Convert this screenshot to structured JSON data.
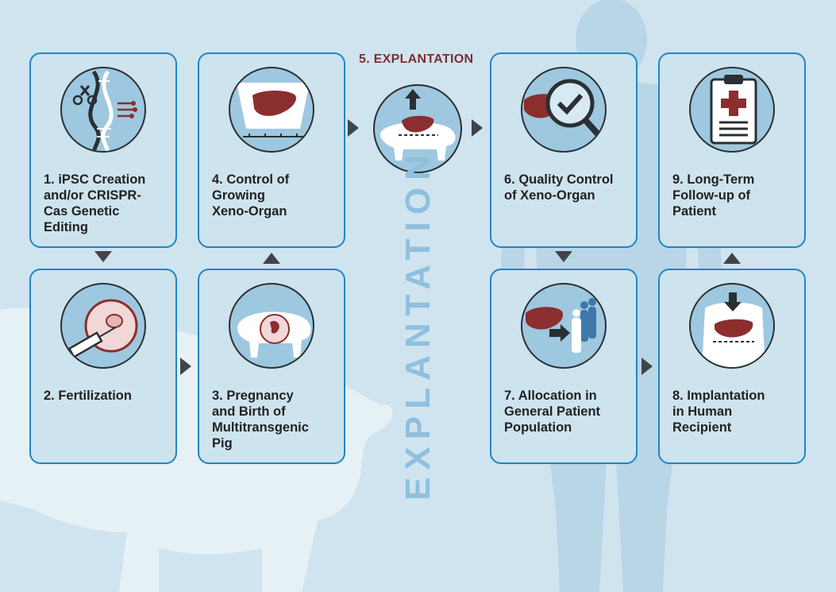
{
  "steps": [
    {
      "id": "1",
      "label": "1. iPSC Creation\nand/or CRISPR-\nCas Genetic\nEditing"
    },
    {
      "id": "2",
      "label": "2. Fertilization"
    },
    {
      "id": "3",
      "label": "3. Pregnancy\nand Birth of\nMultitransgenic\nPig"
    },
    {
      "id": "4",
      "label": "4. Control of\nGrowing\nXeno-Organ"
    },
    {
      "id": "5",
      "label": "5. EXPLANTATION"
    },
    {
      "id": "6",
      "label": "6. Quality Control\nof Xeno-Organ"
    },
    {
      "id": "7",
      "label": "7. Allocation in\nGeneral Patient\nPopulation"
    },
    {
      "id": "8",
      "label": "8. Implantation\nin Human\nRecipient"
    },
    {
      "id": "9",
      "label": "9. Long-Term\nFollow-up of\nPatient"
    }
  ],
  "vertical_text": "EXPLANTATION",
  "colors": {
    "background": "#cfe4ef",
    "card_border": "#1f86c4",
    "icon_fill": "#9ec8df",
    "organ": "#8b2e2e",
    "arrow": "#404448",
    "vertical_text": "#8fc0de",
    "explantation_title": "#7d2f2f"
  },
  "icons": [
    "dna-scissors-icon",
    "syringe-egg-icon",
    "pig-embryo-icon",
    "ultrasound-liver-icon",
    "pig-liver-up-icon",
    "magnifier-check-icon",
    "liver-people-icon",
    "torso-liver-icon",
    "clipboard-cross-icon"
  ]
}
